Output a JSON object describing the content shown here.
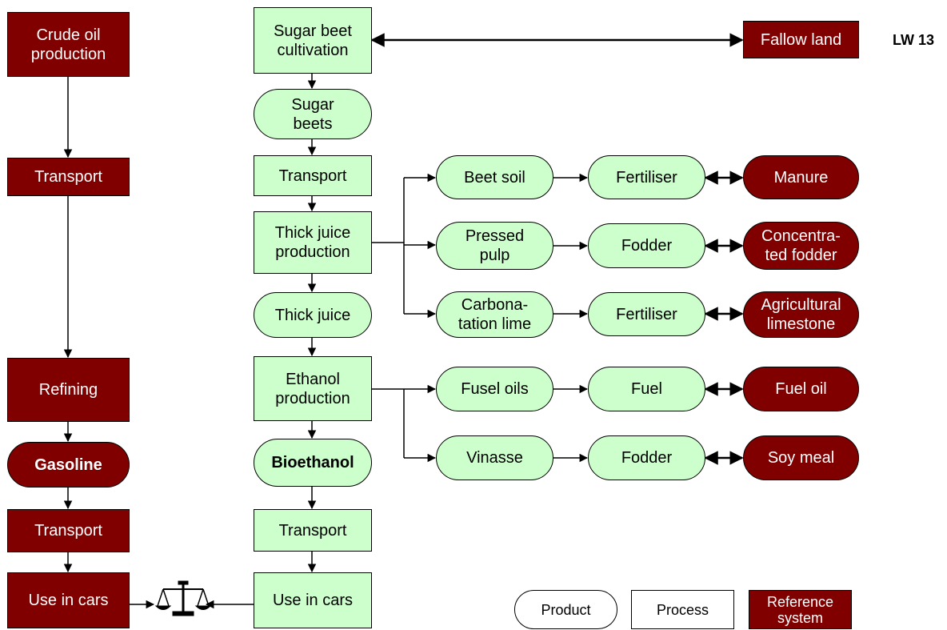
{
  "tag": "LW 13",
  "colors": {
    "reference": "#800000",
    "green": "#ccffcc",
    "line": "#000000"
  },
  "left_chain": {
    "crude_oil": "Crude oil\nproduction",
    "transport_1": "Transport",
    "refining": "Refining",
    "gasoline": "Gasoline",
    "transport_2": "Transport",
    "use_in_cars": "Use in cars"
  },
  "center_chain": {
    "cultivation": "Sugar beet\ncultivation",
    "sugar_beets": "Sugar\nbeets",
    "transport_1": "Transport",
    "thick_juice_production": "Thick juice\nproduction",
    "thick_juice": "Thick juice",
    "ethanol_production": "Ethanol\nproduction",
    "bioethanol": "Bioethanol",
    "transport_2": "Transport",
    "use_in_cars": "Use in cars"
  },
  "fallow_land": "Fallow land",
  "by_products": [
    {
      "product": "Beet soil",
      "use": "Fertiliser",
      "reference": "Manure"
    },
    {
      "product": "Pressed\npulp",
      "use": "Fodder",
      "reference": "Concentra-\nted fodder"
    },
    {
      "product": "Carbona-\ntation lime",
      "use": "Fertiliser",
      "reference": "Agricultural\nlimestone"
    },
    {
      "product": "Fusel oils",
      "use": "Fuel",
      "reference": "Fuel oil"
    },
    {
      "product": "Vinasse",
      "use": "Fodder",
      "reference": "Soy meal"
    }
  ],
  "legend": {
    "product": "Product",
    "process": "Process",
    "reference": "Reference\nsystem"
  },
  "balance_icon": "balance-scale-icon"
}
